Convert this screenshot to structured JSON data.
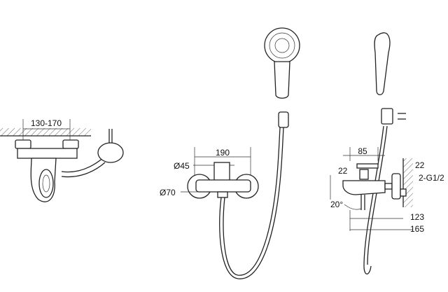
{
  "views": {
    "left": {
      "dim_spacing": "130-170"
    },
    "front": {
      "dim_width": "190",
      "dim_diameter_small": "Ø45",
      "dim_diameter_large": "Ø70"
    },
    "side": {
      "dim_depth": "85",
      "dim_top": "22",
      "dim_left": "22",
      "thread": "2-G1/2",
      "angle": "20°",
      "dim_123": "123",
      "dim_165": "165"
    }
  }
}
